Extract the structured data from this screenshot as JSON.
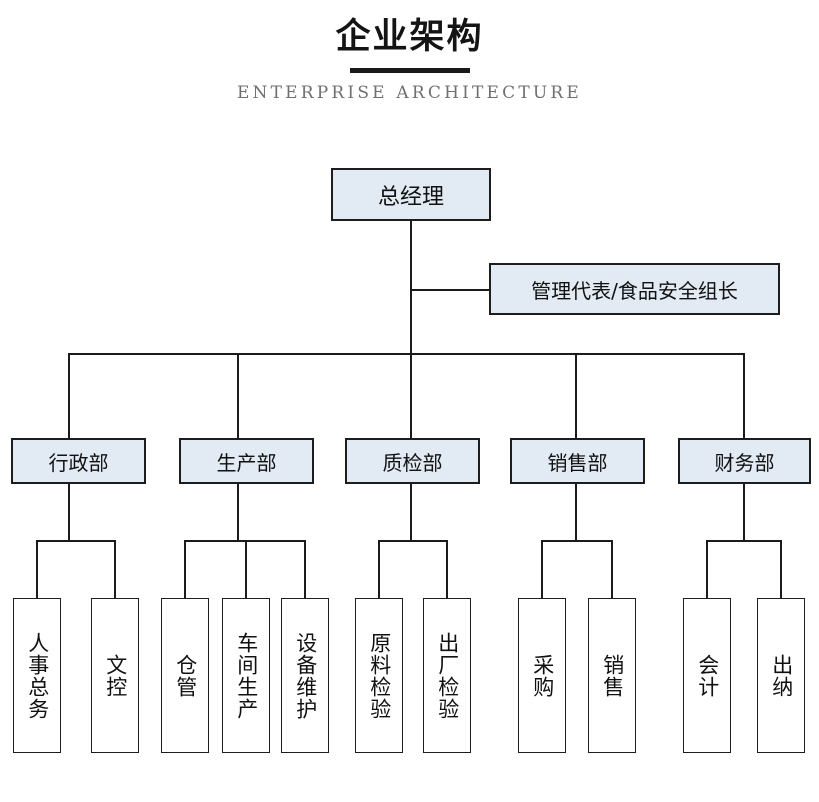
{
  "header": {
    "title": "企业架构",
    "subtitle": "ENTERPRISE ARCHITECTURE"
  },
  "colors": {
    "node_fill": "#e2eaf3",
    "leaf_fill": "#ffffff",
    "border": "#1d1d1d",
    "connector": "#1b1b1b",
    "title_text": "#141414",
    "subtitle_text": "#6f6f6f"
  },
  "org": {
    "root": {
      "label": "总经理"
    },
    "staff": {
      "label": "管理代表/食品安全组长"
    },
    "departments": [
      {
        "label": "行政部",
        "children": [
          {
            "label": "人事总务"
          },
          {
            "label": "文控"
          }
        ]
      },
      {
        "label": "生产部",
        "children": [
          {
            "label": "仓管"
          },
          {
            "label": "车间生产"
          },
          {
            "label": "设备维护"
          }
        ]
      },
      {
        "label": "质检部",
        "children": [
          {
            "label": "原料检验"
          },
          {
            "label": "出厂检验"
          }
        ]
      },
      {
        "label": "销售部",
        "children": [
          {
            "label": "采购"
          },
          {
            "label": "销售"
          }
        ]
      },
      {
        "label": "财务部",
        "children": [
          {
            "label": "会计"
          },
          {
            "label": "出纳"
          }
        ]
      }
    ]
  }
}
